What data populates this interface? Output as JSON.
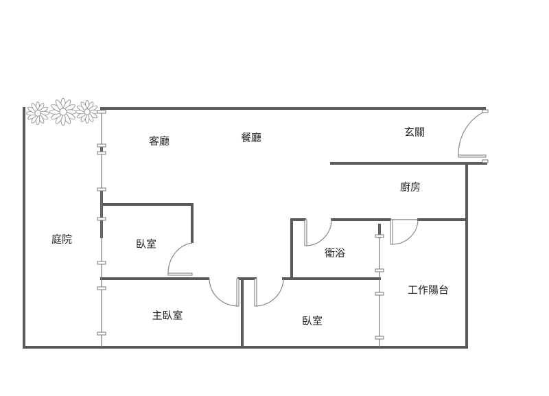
{
  "rooms": {
    "living_room": "客廳",
    "dining_room": "餐廳",
    "entrance": "玄關",
    "kitchen": "廚房",
    "courtyard": "庭院",
    "bedroom_1": "臥室",
    "bathroom": "衛浴",
    "work_balcony": "工作陽台",
    "master_bedroom": "主臥室",
    "bedroom_2": "臥室"
  },
  "colors": {
    "wall": "#5a5a5a",
    "background": "#ffffff"
  }
}
